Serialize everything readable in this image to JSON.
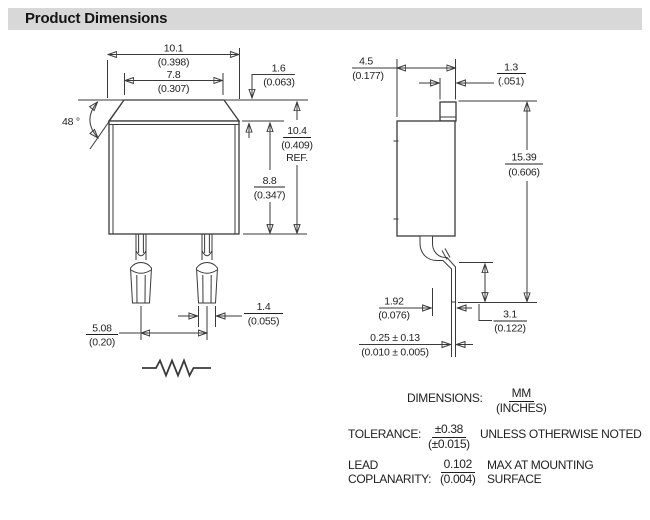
{
  "header": {
    "title": "Product Dimensions"
  },
  "front_view": {
    "width_outer": {
      "mm": "10.1",
      "in": "(0.398)"
    },
    "width_top": {
      "mm": "7.8",
      "in": "(0.307)"
    },
    "tab_height": {
      "mm": "1.6",
      "in": "(0.063)"
    },
    "overall_height": {
      "mm": "10.4",
      "in": "(0.409)",
      "suffix": "REF."
    },
    "body_height": {
      "mm": "8.8",
      "in": "(0.347)"
    },
    "lead_width": {
      "mm": "1.4",
      "in": "(0.055)"
    },
    "lead_pitch": {
      "mm": "5.08",
      "in": "(0.20)"
    },
    "chamfer_angle": "48 °"
  },
  "side_view": {
    "depth": {
      "mm": "4.5",
      "in": "(0.177)"
    },
    "tab_thickness": {
      "mm": "1.3",
      "in": "(.051)"
    },
    "overall_height": {
      "mm": "15.39",
      "in": "(0.606)"
    },
    "foot_height": {
      "mm": "3.1",
      "in": "(0.122)"
    },
    "foot_length": {
      "mm": "1.92",
      "in": "(0.076)"
    },
    "lead_thickness": {
      "mm": "0.25 ± 0.13",
      "in": "(0.010 ± 0.005)"
    }
  },
  "notes": {
    "dimensions_label": "DIMENSIONS:",
    "dimensions_value": {
      "mm": "MM",
      "in": "(INCHES)"
    },
    "tolerance_label": "TOLERANCE:",
    "tolerance_value": {
      "mm": "±0.38",
      "in": "(±0.015)"
    },
    "tolerance_suffix": "UNLESS OTHERWISE NOTED",
    "coplanarity_label1": "LEAD",
    "coplanarity_label2": "COPLANARITY:",
    "coplanarity_value": {
      "mm": "0.102",
      "in": "(0.004)"
    },
    "coplanarity_suffix1": "MAX AT MOUNTING",
    "coplanarity_suffix2": "SURFACE"
  },
  "colors": {
    "header_bg": "#d8d8d8",
    "line": "#3a3a3a",
    "text": "#1f1f1f",
    "background": "#ffffff"
  }
}
